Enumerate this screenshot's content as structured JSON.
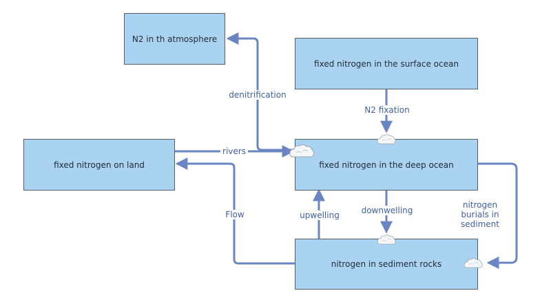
{
  "nodes": {
    "n2_atmosphere": "N2 in th atmosphere",
    "surface_ocean": "fixed nitrogen in the surface ocean",
    "land": "fixed nitrogen on land",
    "deep_ocean": "fixed nitrogen in the deep ocean",
    "sediment_rocks": "nitrogen in sediment rocks"
  },
  "edges": {
    "denitrification": "denitrification",
    "n2_fixation": "N2 fixation",
    "rivers": "rivers",
    "flow": "Flow",
    "upwelling": "upwelling",
    "downwelling": "downwelling",
    "burials": "nitrogen burials in sediment"
  },
  "colors": {
    "box_fill": "#a9d3f0",
    "box_border": "#555d66",
    "edge": "#6a86c2",
    "label": "#3f5f9f"
  },
  "icons": [
    "cloud-icon",
    "cloud-icon",
    "cloud-icon",
    "cloud-icon"
  ]
}
